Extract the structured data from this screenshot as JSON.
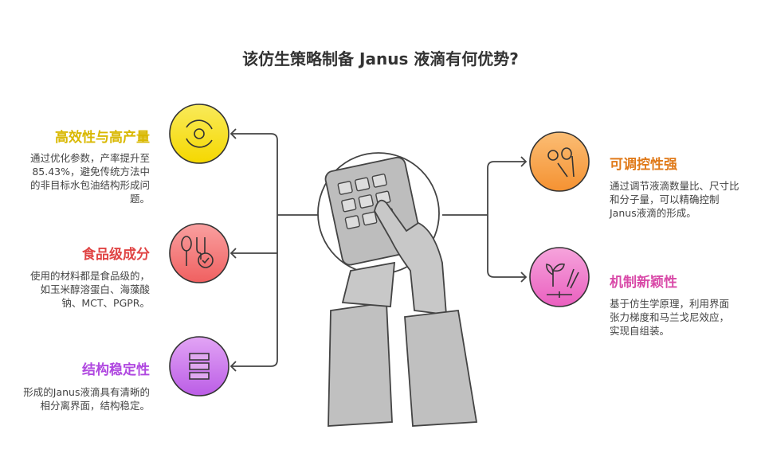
{
  "title": "该仿生策略制备 Janus 液滴有何优势?",
  "colors": {
    "yellow": "#f7e21b",
    "red": "#f26b6b",
    "purple": "#c46ee8",
    "orange": "#f7a046",
    "pink": "#ee6cc4"
  },
  "items": [
    {
      "title": "高效性与高产量",
      "color": "#d9b800",
      "desc": "通过优化参数，产率提升至85.43%，避免传统方法中的非目标水包油结构形成问题。",
      "icon": "gear-cycle-icon"
    },
    {
      "title": "食品级成分",
      "color": "#e04545",
      "desc": "使用的材料都是食品级的，如玉米醇溶蛋白、海藻酸钠、MCT、PGPR。",
      "icon": "utensils-check-icon"
    },
    {
      "title": "结构稳定性",
      "color": "#b048e0",
      "desc": "形成的Janus液滴具有清晰的相分离界面，结构稳定。",
      "icon": "layers-icon"
    },
    {
      "title": "可调控性强",
      "color": "#e07a1a",
      "desc": "通过调节液滴数量比、尺寸比和分子量，可以精确控制Janus液滴的形成。",
      "icon": "hand-gear-icon"
    },
    {
      "title": "机制新颖性",
      "color": "#d94aa8",
      "desc": "基于仿生学原理，利用界面张力梯度和马兰戈尼效应，实现自组装。",
      "icon": "plant-hand-icon"
    }
  ]
}
